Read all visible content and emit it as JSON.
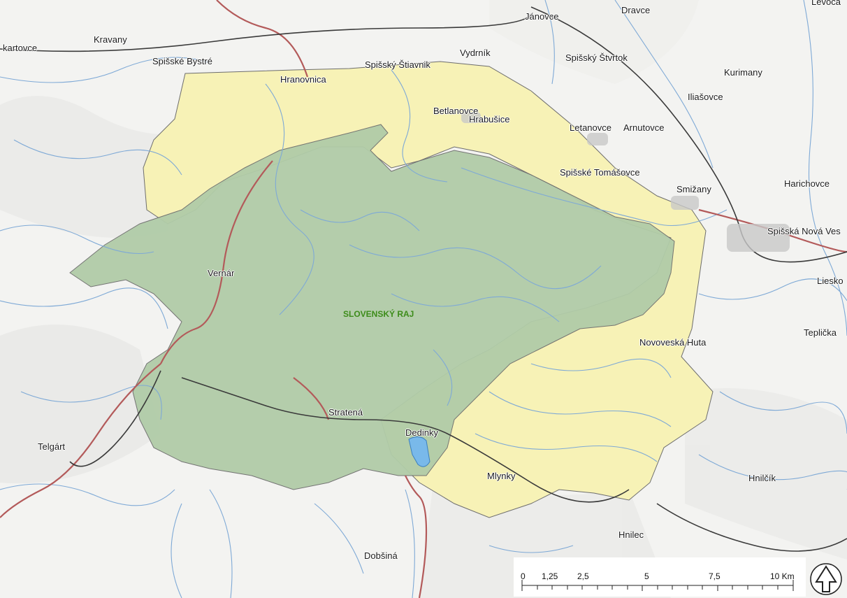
{
  "map": {
    "title": "",
    "region_label": "SLOVENSKÝ RAJ",
    "colors": {
      "protected_area": "#a9c7a4",
      "buffer_zone": "#f6f1b4",
      "rivers": "#7aa8d8",
      "roads": "#b35a5a",
      "railway": "#3a3a3a",
      "lake": "#79b9ea"
    }
  },
  "places": {
    "janovce": "Jánovce",
    "dravce": "Dravce",
    "levoca": "Levoča",
    "kartovce": "kartovce",
    "kravany": "Kravany",
    "spisske_bystre": "Spišské Bystré",
    "hranovnica": "Hranovnica",
    "spissky_stiavnik": "Spišský Štiavnik",
    "vydrnik": "Vydrník",
    "spissky_stvrtok": "Spišský Štvrtok",
    "kurimany": "Kurimany",
    "iliasovce": "Iliašovce",
    "betlanovce": "Betlanovce",
    "hrabusice": "Hrabušice",
    "letanovce": "Letanovce",
    "arnutovce": "Arnutovce",
    "spisske_tomasovce": "Spišské Tomášovce",
    "smizany": "Smižany",
    "harichovce": "Harichovce",
    "spisska_nova_ves": "Spišská Nová Ves",
    "liesko": "Liesko",
    "vernar": "Vernár",
    "teplicka": "Teplička",
    "novoveska_huta": "Novoveská Huta",
    "stratena": "Stratená",
    "dedinky": "Dedinky",
    "telgart": "Telgárt",
    "mlynky": "Mlynky",
    "hnilcik": "Hnilčík",
    "hnilec": "Hnilec",
    "dobsina": "Dobšiná"
  },
  "scale": {
    "labels": [
      "0",
      "1,25",
      "2,5",
      "5",
      "7,5",
      "10 Km"
    ]
  },
  "north_arrow": {
    "icon": "north-arrow-icon"
  }
}
